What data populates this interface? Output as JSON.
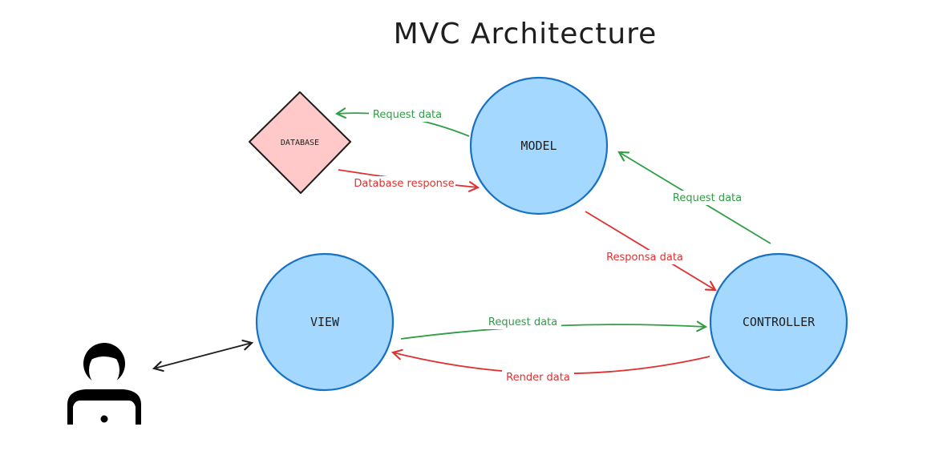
{
  "title": "MVC Architecture",
  "colors": {
    "circle_fill": "#a5d8ff",
    "circle_stroke": "#1971c2",
    "database_fill": "#ffc9c9",
    "database_stroke": "#1e1e1e",
    "request_arrow": "#2f9e44",
    "response_arrow": "#e03131",
    "user_arrow": "#1e1e1e",
    "user_icon": "#000000"
  },
  "nodes": {
    "model": "MODEL",
    "view": "VIEW",
    "controller": "CONTROLLER",
    "database": "DATABASE"
  },
  "edges": {
    "model_to_database": "Request data",
    "database_to_model": "Database response",
    "controller_to_model": "Request data",
    "model_to_controller": "Responsa data",
    "view_to_controller": "Request data",
    "controller_to_view": "Render data"
  },
  "icons": {
    "user": "user-with-laptop-icon"
  }
}
